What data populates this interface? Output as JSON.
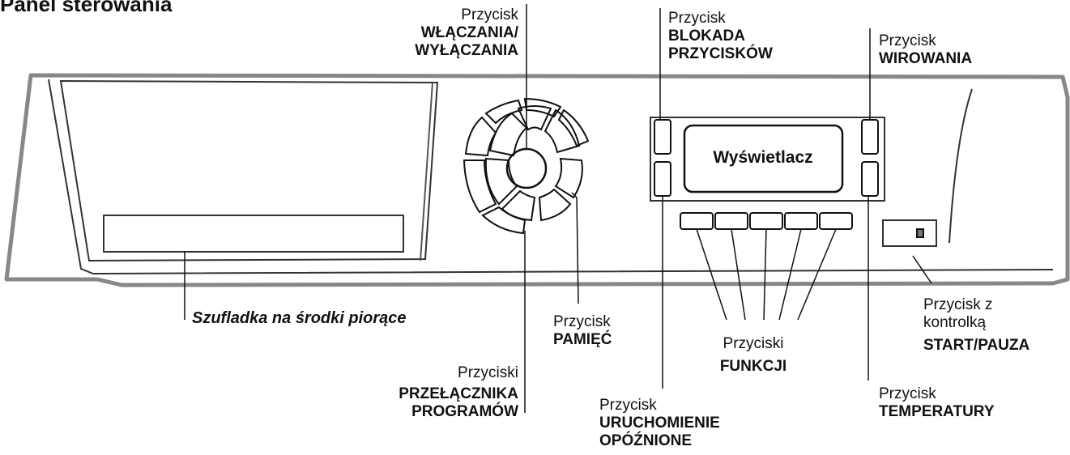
{
  "title": "Panel sterowania",
  "display_label": "Wyświetlacz",
  "drawer_label": "Szufladka na środki piorące",
  "labels": {
    "power": {
      "prefix": "Przycisk",
      "name_line1": "WŁĄCZANIA/",
      "name_line2": "WYŁĄCZANIA"
    },
    "key_lock": {
      "prefix": "Przycisk",
      "name_line1": "BLOKADA",
      "name_line2": "PRZYCISKÓW"
    },
    "spin": {
      "prefix": "Przycisk",
      "name_line1": "WIROWANIA"
    },
    "memory": {
      "prefix": "Przycisk",
      "name_line1": "PAMIĘĆ"
    },
    "functions": {
      "prefix": "Przyciski",
      "name_line1": "FUNKCJI"
    },
    "start_pause": {
      "prefix_line1": "Przycisk z",
      "prefix_line2": "kontrolką",
      "name_line1": "START/PAUZA"
    },
    "program_selector": {
      "prefix": "Przyciski",
      "name_line1": "PRZEŁĄCZNIKA",
      "name_line2": "PROGRAMÓW"
    },
    "delayed_start": {
      "prefix": "Przycisk",
      "name_line1": "URUCHOMIENIE",
      "name_line2": "OPÓŹNIONE"
    },
    "temperature": {
      "prefix": "Przycisk",
      "name_line1": "TEMPERATURY"
    }
  }
}
